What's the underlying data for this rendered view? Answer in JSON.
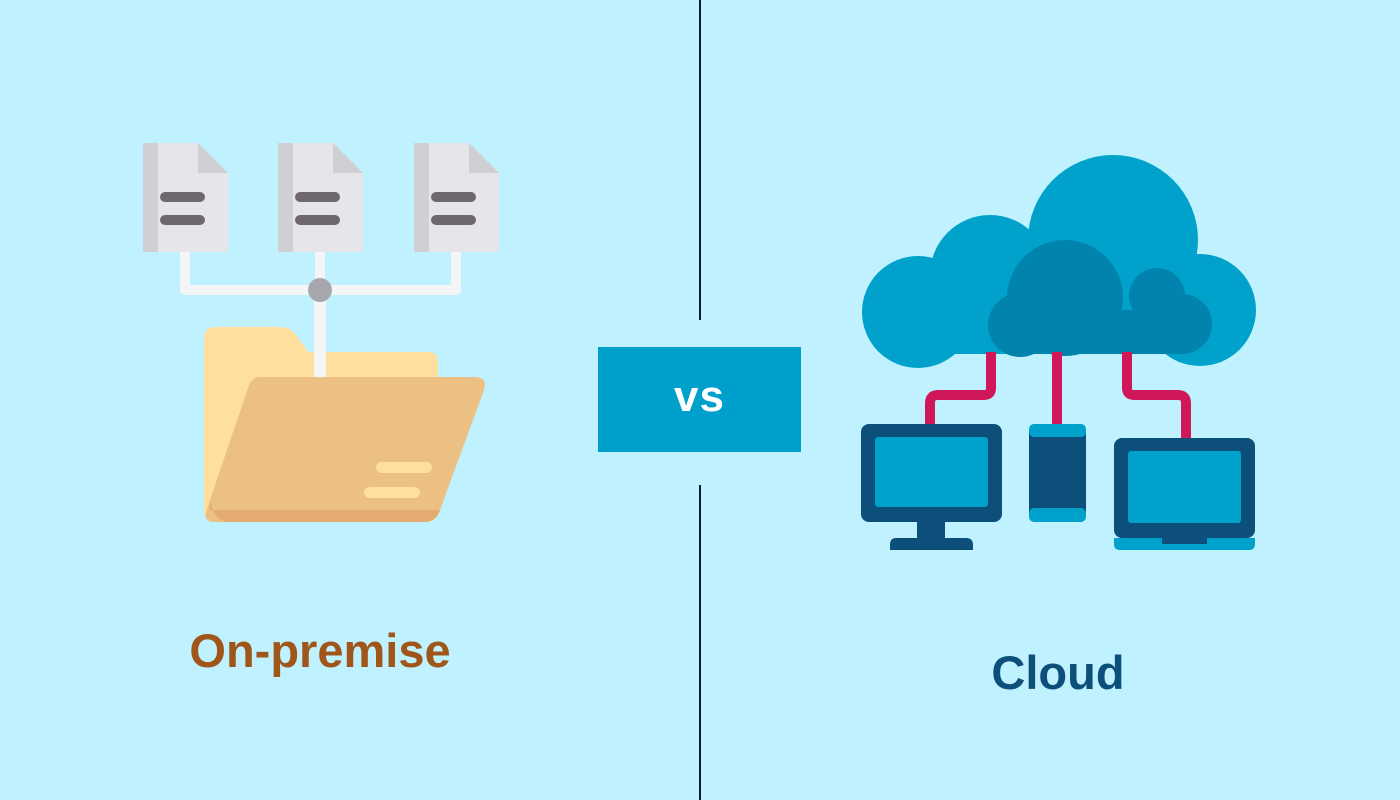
{
  "comparison": {
    "left_label": "On-premise",
    "separator_label": "vs",
    "right_label": "Cloud"
  },
  "icons": {
    "left": [
      "document-icon",
      "document-icon",
      "document-icon",
      "folder-icon"
    ],
    "right": [
      "cloud-icon",
      "desktop-monitor-icon",
      "mobile-phone-icon",
      "laptop-icon"
    ]
  },
  "colors": {
    "background": "#bff2fe",
    "vs_box": "#00a0cc",
    "left_label": "#a0561a",
    "right_label": "#0c4f7a",
    "cloud": "#00a0cc",
    "connector": "#d0175a"
  }
}
